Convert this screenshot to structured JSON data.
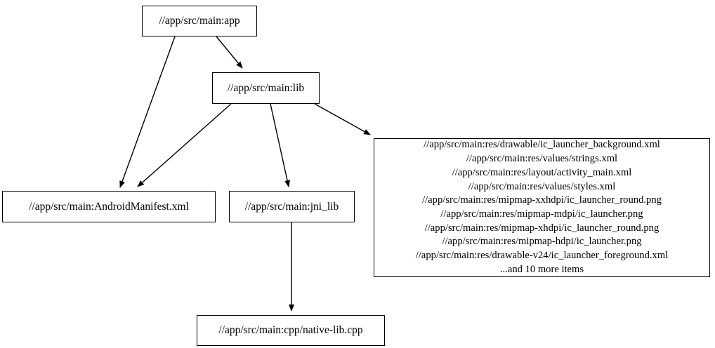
{
  "graph": {
    "type": "directed-dependency-graph",
    "background_color": "#ffffff",
    "node_border_color": "#000000",
    "edge_color": "#000000",
    "nodes": [
      {
        "id": "app",
        "label": "//app/src/main:app"
      },
      {
        "id": "lib",
        "label": "//app/src/main:lib"
      },
      {
        "id": "manifest",
        "label": "//app/src/main:AndroidManifest.xml"
      },
      {
        "id": "jni",
        "label": "//app/src/main:jni_lib"
      },
      {
        "id": "cpp",
        "label": "//app/src/main:cpp/native-lib.cpp"
      },
      {
        "id": "res",
        "label": "//app/src/main:res/drawable/ic_launcher_background.xml\n//app/src/main:res/values/strings.xml\n//app/src/main:res/layout/activity_main.xml\n//app/src/main:res/values/styles.xml\n//app/src/main:res/mipmap-xxhdpi/ic_launcher_round.png\n//app/src/main:res/mipmap-mdpi/ic_launcher.png\n//app/src/main:res/mipmap-xhdpi/ic_launcher_round.png\n//app/src/main:res/mipmap-hdpi/ic_launcher.png\n//app/src/main:res/drawable-v24/ic_launcher_foreground.xml\n...and 10 more items",
        "lines": [
          "//app/src/main:res/drawable/ic_launcher_background.xml",
          "//app/src/main:res/values/strings.xml",
          "//app/src/main:res/layout/activity_main.xml",
          "//app/src/main:res/values/styles.xml",
          "//app/src/main:res/mipmap-xxhdpi/ic_launcher_round.png",
          "//app/src/main:res/mipmap-mdpi/ic_launcher.png",
          "//app/src/main:res/mipmap-xhdpi/ic_launcher_round.png",
          "//app/src/main:res/mipmap-hdpi/ic_launcher.png",
          "//app/src/main:res/drawable-v24/ic_launcher_foreground.xml",
          "...and 10 more items"
        ],
        "overflow_note": "...and 10 more items",
        "overflow_count": 10
      }
    ],
    "edges": [
      {
        "from": "app",
        "to": "manifest"
      },
      {
        "from": "app",
        "to": "lib"
      },
      {
        "from": "lib",
        "to": "manifest"
      },
      {
        "from": "lib",
        "to": "jni"
      },
      {
        "from": "lib",
        "to": "res"
      },
      {
        "from": "jni",
        "to": "cpp"
      }
    ]
  }
}
